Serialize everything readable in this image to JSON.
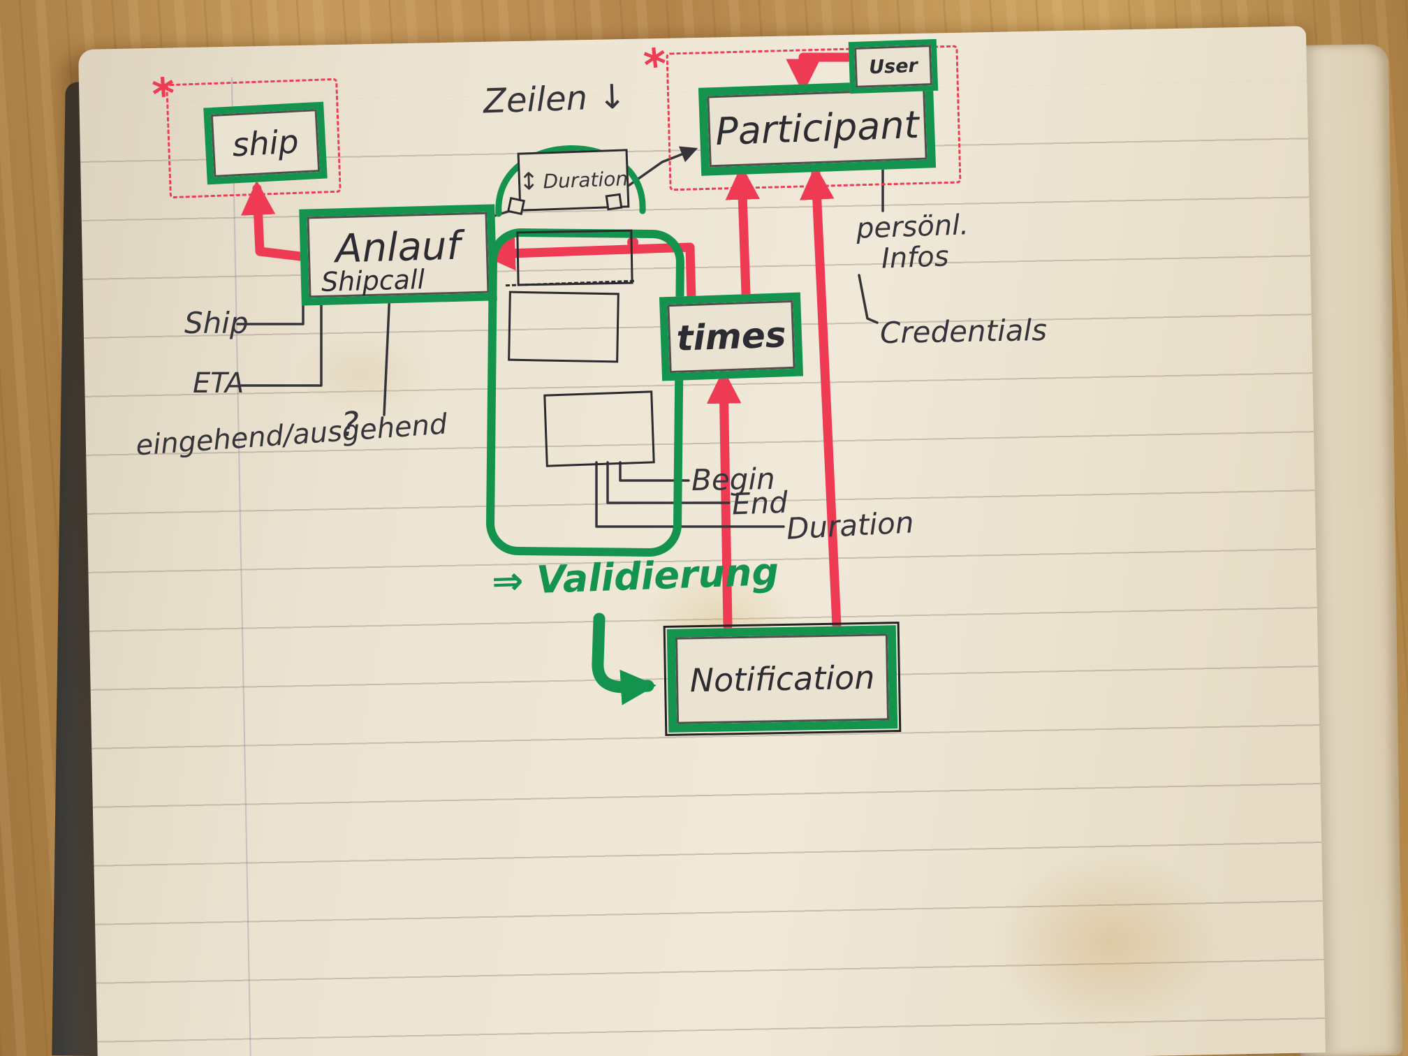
{
  "diagram": {
    "asterisk_left": "*",
    "asterisk_right": "*"
  },
  "nodes": {
    "ship": {
      "label": "ship"
    },
    "anlauf": {
      "label": "Anlauf",
      "sublabel": "Shipcall"
    },
    "participant": {
      "label": "Participant"
    },
    "user": {
      "label": "User"
    },
    "duration": {
      "label": "Duration",
      "resize_icon": "↕"
    },
    "times": {
      "label": "times"
    },
    "notification": {
      "label": "Notification"
    }
  },
  "labels": {
    "zeilen": "Zeilen ↓",
    "ship_attr": "Ship",
    "eta_attr": "ETA",
    "inout_attr": "eingehend/ausgehend",
    "question_mark": "?",
    "begin": "Begin",
    "end": "End",
    "duration_attr": "Duration",
    "validierung": "⇒ Validierung",
    "personal_infos_line1": "persönl.",
    "personal_infos_line2": "Infos",
    "credentials": "Credentials"
  },
  "colors": {
    "green": "#14934e",
    "red": "#ee3a53",
    "ink": "#35343a",
    "page": "#ebe3d1",
    "page-dark": "#ddd2bb",
    "wood": "#b5854c",
    "spine": "#46443f"
  }
}
